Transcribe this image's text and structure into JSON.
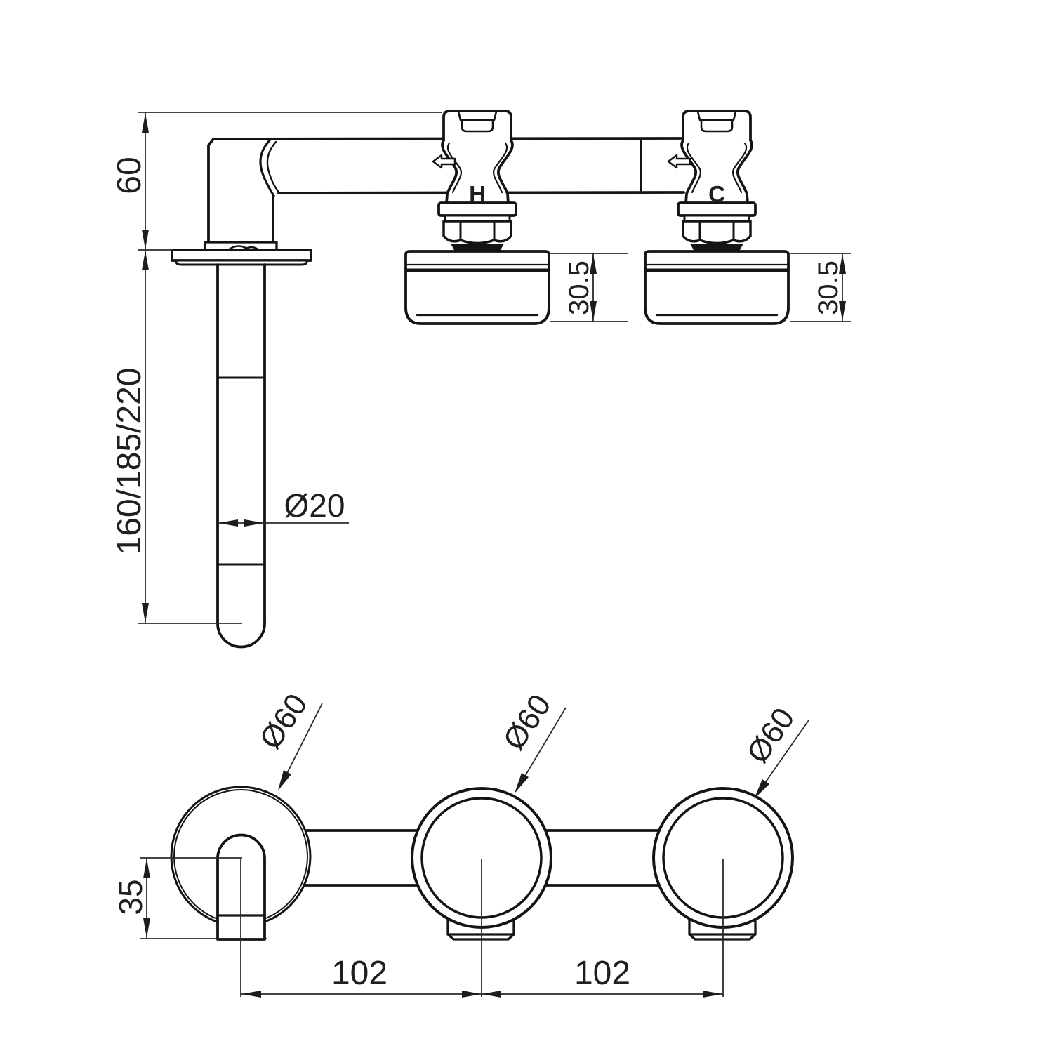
{
  "drawing": {
    "colors": {
      "background": "#ffffff",
      "outline": "#141414",
      "dimension": "#2b2b2b"
    },
    "side_view": {
      "hot_label": "H",
      "cold_label": "C",
      "dim_height_above_wall": "60",
      "dim_spout_projection_options": "160/185/220",
      "dim_spout_diameter": "Ø20",
      "dim_hot_rosette_depth": "30.5",
      "dim_cold_rosette_depth": "30.5"
    },
    "front_view": {
      "dim_spout_flange_diameter": "Ø60",
      "dim_hot_flange_diameter": "Ø60",
      "dim_cold_flange_diameter": "Ø60",
      "dim_spout_outlet_drop": "35",
      "dim_spacing_spout_to_hot": "102",
      "dim_spacing_hot_to_cold": "102"
    }
  }
}
